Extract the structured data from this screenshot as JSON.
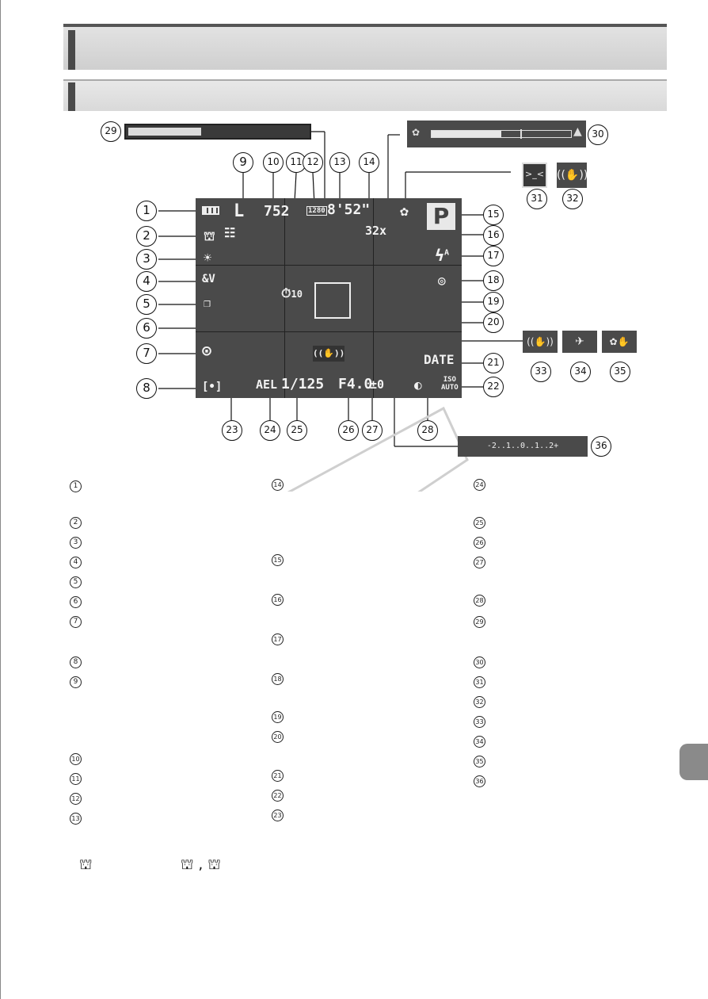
{
  "screen": {
    "battery_icon": "battery-full-icon",
    "image_quality": "L",
    "shots_remaining": "752",
    "movie_quality": "1280",
    "movie_time": "8'52\"",
    "zoom": "32x",
    "mode": "P",
    "flash": "flash-auto-icon",
    "self_timer": "10",
    "shake_icon": "hand-shake-icon",
    "date_stamp": "DATE",
    "iso_top": "ISO",
    "iso_bottom": "AUTO",
    "ael": "AEL",
    "shutter": "1/125",
    "aperture": "F4.0",
    "exposure_comp": "±0"
  },
  "callouts": {
    "c1": "1",
    "c2": "2",
    "c3": "3",
    "c4": "4",
    "c5": "5",
    "c6": "6",
    "c7": "7",
    "c8": "8",
    "c9": "9",
    "c10": "10",
    "c11": "11",
    "c12": "12",
    "c13": "13",
    "c14": "14",
    "c15": "15",
    "c16": "16",
    "c17": "17",
    "c18": "18",
    "c19": "19",
    "c20": "20",
    "c21": "21",
    "c22": "22",
    "c23": "23",
    "c24": "24",
    "c25": "25",
    "c26": "26",
    "c27": "27",
    "c28": "28",
    "c29": "29",
    "c30": "30",
    "c31": "31",
    "c32": "32",
    "c33": "33",
    "c34": "34",
    "c35": "35",
    "c36": "36"
  },
  "exposure_scale": "-2..1..0..1..2+",
  "legend_col1": [
    "1",
    "2",
    "3",
    "4",
    "5",
    "6",
    "7",
    "8",
    "9",
    "10",
    "11",
    "12",
    "13"
  ],
  "legend_col2": [
    "14",
    "15",
    "16",
    "17",
    "18",
    "19",
    "20",
    "21",
    "22",
    "23"
  ],
  "legend_col3": [
    "24",
    "25",
    "26",
    "27",
    "28",
    "29",
    "30",
    "31",
    "32",
    "33",
    "34",
    "35",
    "36"
  ],
  "zoom_bar_fill": 0.4
}
